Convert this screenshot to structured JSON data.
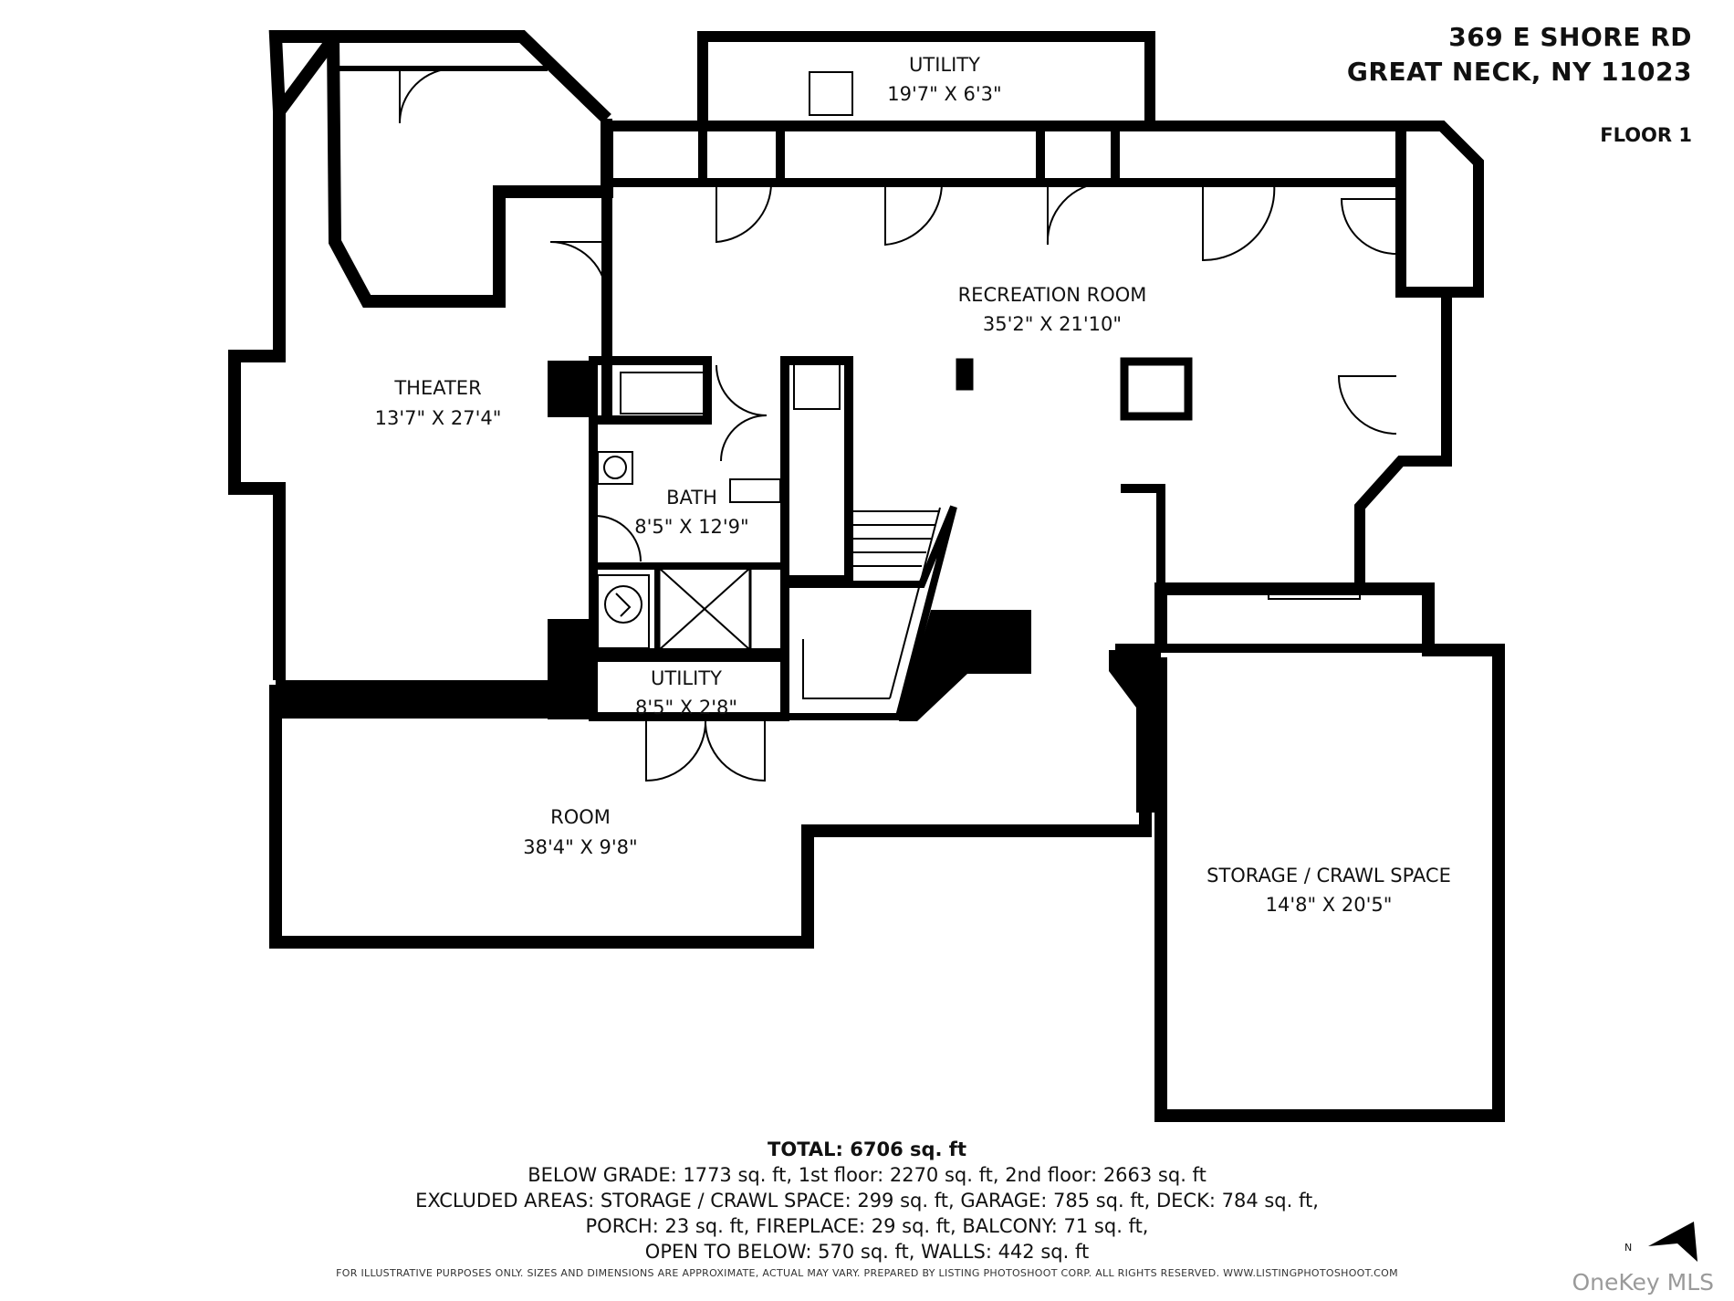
{
  "header": {
    "address_line1": "369 E SHORE RD",
    "address_line2": "GREAT NECK, NY 11023",
    "floor": "FLOOR 1"
  },
  "rooms": {
    "utility_top": {
      "name": "UTILITY",
      "dims": "19'7\" X 6'3\""
    },
    "recreation": {
      "name": "RECREATION ROOM",
      "dims": "35'2\" X 21'10\""
    },
    "theater": {
      "name": "THEATER",
      "dims": "13'7\" X 27'4\""
    },
    "bath": {
      "name": "BATH",
      "dims": "8'5\" X 12'9\""
    },
    "utility_small": {
      "name": "UTILITY",
      "dims": "8'5\" X 2'8\""
    },
    "room": {
      "name": "ROOM",
      "dims": "38'4\" X 9'8\""
    },
    "storage": {
      "name": "STORAGE / CRAWL SPACE",
      "dims": "14'8\" X 20'5\""
    }
  },
  "totals": {
    "total": "TOTAL: 6706 sq. ft",
    "line1": "BELOW GRADE: 1773 sq. ft, 1st floor: 2270 sq. ft, 2nd floor: 2663 sq. ft",
    "line2": "EXCLUDED AREAS: STORAGE / CRAWL SPACE: 299 sq. ft, GARAGE: 785 sq. ft, DECK: 784 sq. ft,",
    "line3": "PORCH: 23 sq. ft, FIREPLACE: 29 sq. ft, BALCONY: 71 sq. ft,",
    "line4": "OPEN TO BELOW: 570 sq. ft, WALLS: 442 sq. ft"
  },
  "disclaimer": "FOR ILLUSTRATIVE PURPOSES ONLY. SIZES AND DIMENSIONS ARE APPROXIMATE, ACTUAL MAY VARY. PREPARED BY LISTING PHOTOSHOOT CORP. ALL RIGHTS RESERVED. WWW.LISTINGPHOTOSHOOT.COM",
  "watermark": "OneKey MLS",
  "compass": {
    "label": "N",
    "icon": "north-arrow-icon"
  },
  "colors": {
    "wall": "#000000",
    "background": "#ffffff",
    "watermark": "#9a9a9a"
  }
}
